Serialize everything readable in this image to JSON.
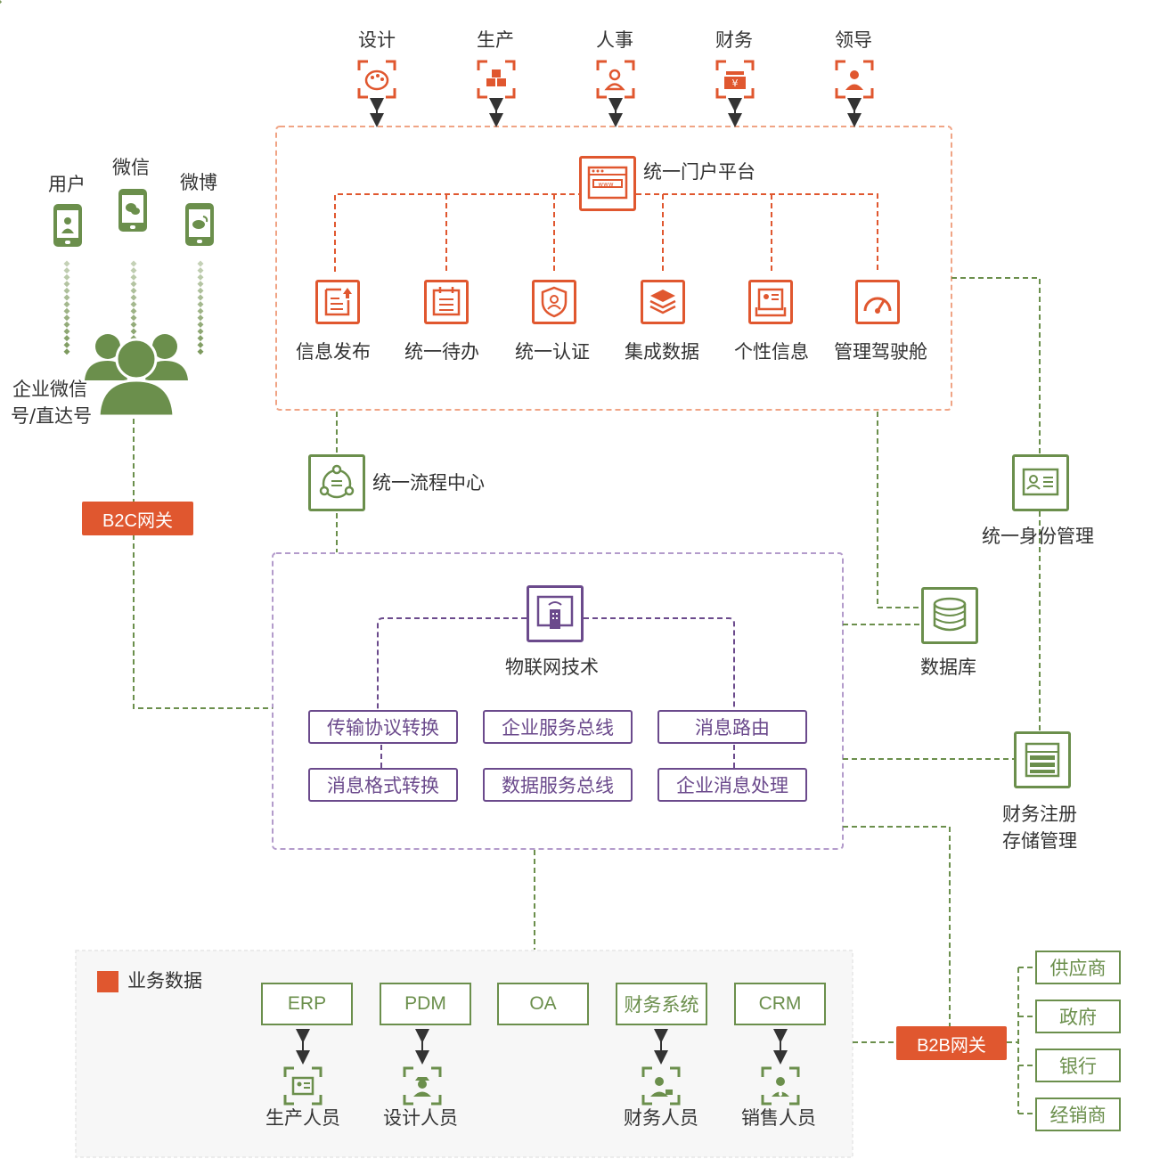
{
  "roles": [
    "设计",
    "生产",
    "人事",
    "财务",
    "领导"
  ],
  "portal": {
    "title": "统一门户平台",
    "modules": [
      "信息发布",
      "统一待办",
      "统一认证",
      "集成数据",
      "个性信息",
      "管理驾驶舱"
    ]
  },
  "channels": [
    "用户",
    "微信",
    "微博"
  ],
  "enterprise_account": [
    "企业微信",
    "号/直达号"
  ],
  "b2c_gateway": "B2C网关",
  "process_center": "统一流程中心",
  "iot": {
    "title": "物联网技术",
    "items": [
      "传输协议转换",
      "企业服务总线",
      "消息路由",
      "消息格式转换",
      "数据服务总线",
      "企业消息处理"
    ]
  },
  "identity": "统一身份管理",
  "database": "数据库",
  "finance_storage": [
    "财务注册",
    "存储管理"
  ],
  "business": {
    "legend": "业务数据",
    "systems": [
      "ERP",
      "PDM",
      "OA",
      "财务系统",
      "CRM"
    ],
    "staff": [
      "生产人员",
      "设计人员",
      "财务人员",
      "销售人员"
    ]
  },
  "b2b_gateway": "B2B网关",
  "partners": [
    "供应商",
    "政府",
    "银行",
    "经销商"
  ],
  "colors": {
    "orange": "#e0572f",
    "green": "#6b8f4c",
    "purple": "#6b4a8c",
    "orange_dash": "#f0a485"
  }
}
